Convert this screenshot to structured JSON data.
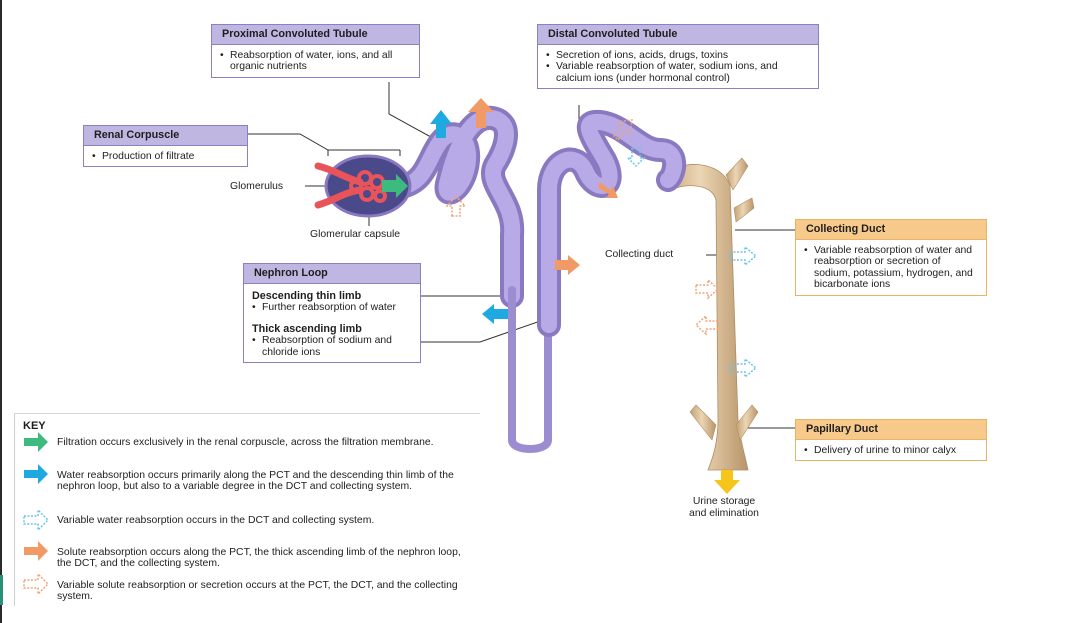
{
  "boxes": {
    "pct": {
      "title": "Proximal Convoluted Tubule",
      "bullets": [
        "Reabsorption of water, ions, and all organic nutrients"
      ]
    },
    "dct": {
      "title": "Distal Convoluted Tubule",
      "bullets": [
        "Secretion of ions, acids, drugs, toxins",
        "Variable reabsorption of water, sodium ions, and calcium ions (under hormonal control)"
      ]
    },
    "renal_corpuscle": {
      "title": "Renal Corpuscle",
      "bullets": [
        "Production of filtrate"
      ]
    },
    "nephron_loop": {
      "title": "Nephron Loop",
      "sections": [
        {
          "subtitle": "Descending thin limb",
          "bullet": "Further reabsorption of water"
        },
        {
          "subtitle": "Thick ascending limb",
          "bullet": "Reabsorption of sodium and chloride ions"
        }
      ]
    },
    "collecting_duct": {
      "title": "Collecting Duct",
      "bullets": [
        "Variable reabsorption of water and reabsorption or secretion of sodium, potassium, hydrogen, and bicarbonate ions"
      ]
    },
    "papillary_duct": {
      "title": "Papillary Duct",
      "bullets": [
        "Delivery of urine to minor calyx"
      ]
    }
  },
  "labels": {
    "glomerulus": "Glomerulus",
    "glomerular_capsule": "Glomerular capsule",
    "collecting_duct": "Collecting duct",
    "urine_line1": "Urine storage",
    "urine_line2": "and elimination"
  },
  "key": {
    "title": "KEY",
    "items": [
      {
        "icon": "solid-green-arrow",
        "color": "#3dbb7f",
        "text": "Filtration occurs exclusively in the renal corpuscle, across the filtration membrane."
      },
      {
        "icon": "solid-blue-arrow",
        "color": "#1fa9e1",
        "text": "Water reabsorption occurs primarily along the PCT and the descending thin limb of the nephron loop, but also to a variable degree in the DCT and collecting system."
      },
      {
        "icon": "dashed-blue-arrow",
        "color": "#6cc3ea",
        "text": "Variable water reabsorption occurs in the DCT and collecting system."
      },
      {
        "icon": "solid-orange-arrow",
        "color": "#f29a66",
        "text": "Solute reabsorption occurs along the PCT, the thick ascending limb of the nephron loop, the DCT, and the collecting system."
      },
      {
        "icon": "dashed-orange-arrow",
        "color": "#f7b98a",
        "text": "Variable solute reabsorption or secretion occurs at the PCT, the DCT, and the collecting system."
      }
    ]
  },
  "colors": {
    "tubule": "#a899d6",
    "tubule_dark": "#8a79c0",
    "duct": "#dcbf96",
    "duct_dark": "#c2a074",
    "capsule": "#4a4a8a",
    "vessel": "#e8545a",
    "urine_arrow": "#f6c51b",
    "purple_header": "#bfb6e2",
    "orange_header": "#f7ca8c"
  }
}
